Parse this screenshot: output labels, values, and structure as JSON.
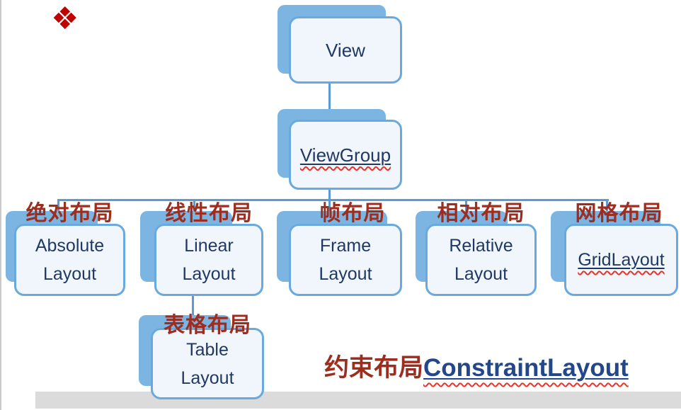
{
  "slide": {
    "bullet_glyph": "❖",
    "colors": {
      "node_shadow": "#7cb5e2",
      "node_border": "#6aa9dd",
      "node_fill": "#f1f6fd",
      "node_text": "#1f3864",
      "connector": "#5b9bd5",
      "zh_label_red": "#9d2d1e",
      "bullet_red": "#c00000",
      "caption_blue": "#234789",
      "squiggle_red": "#e8352b",
      "bottom_bar_gray": "#dbdbdb"
    }
  },
  "hierarchy": {
    "root": {
      "en": "View"
    },
    "group": {
      "en": "ViewGroup"
    },
    "layouts": [
      {
        "zh": "绝对布局",
        "en_line1": "Absolute",
        "en_line2": "Layout"
      },
      {
        "zh": "线性布局",
        "en_line1": "Linear",
        "en_line2": "Layout"
      },
      {
        "zh": "帧布局",
        "en_line1": "Frame",
        "en_line2": "Layout"
      },
      {
        "zh": "相对布局",
        "en_line1": "Relative",
        "en_line2": "Layout"
      },
      {
        "zh": "网格布局",
        "en_line1": "GridLayout"
      }
    ],
    "table_layout": {
      "zh": "表格布局",
      "en_line1": "Table",
      "en_line2": "Layout"
    }
  },
  "footer_note": {
    "zh": "约束布局",
    "en": "ConstraintLayout"
  }
}
